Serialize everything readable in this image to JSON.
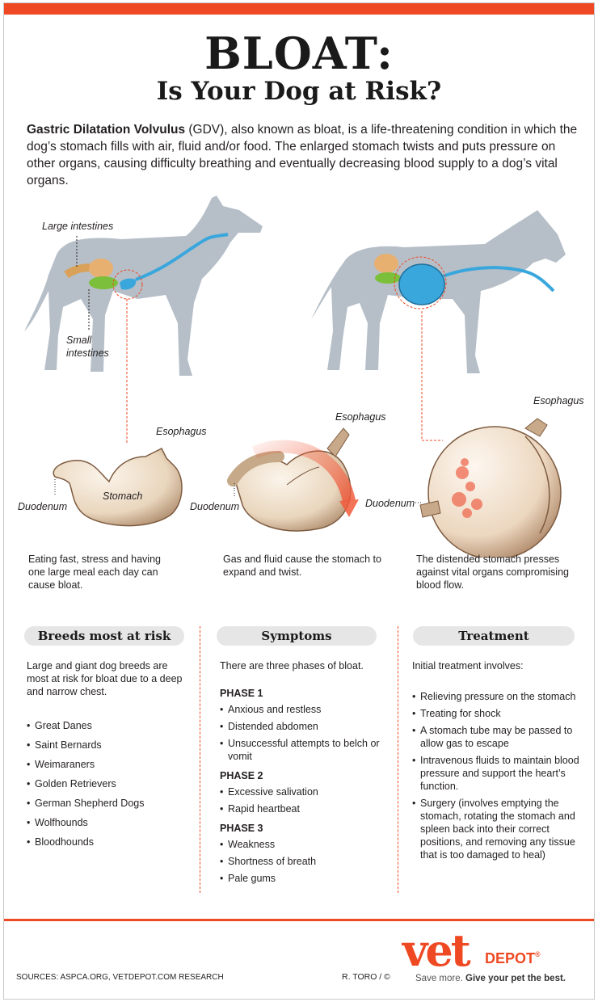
{
  "title": "BLOAT:",
  "subtitle": "Is Your Dog at Risk?",
  "intro": {
    "bold": "Gastric Dilatation Volvulus",
    "rest": " (GDV), also known as bloat, is a life-threatening condition in which the dog’s stomach fills with air, fluid and/or food. The enlarged stomach twists and puts pressure on other organs, causing difficulty breathing and eventually decreasing blood supply to a dog’s vital organs."
  },
  "labels": {
    "large_intestines": "Large intestines",
    "small_intestines_1": "Small",
    "small_intestines_2": "intestines",
    "esophagus": "Esophagus",
    "duodenum": "Duodenum",
    "stomach": "Stomach"
  },
  "captions": [
    "Eating fast, stress and having one large meal each day can cause bloat.",
    "Gas and fluid cause the stomach to expand and twist.",
    "The distended stomach presses against vital organs compromising blood flow."
  ],
  "breeds": {
    "heading": "Breeds most at risk",
    "intro": "Large and giant dog breeds are most at risk for bloat due to a deep and narrow chest.",
    "items": [
      "Great Danes",
      "Saint Bernards",
      "Weimaraners",
      "Golden Retrievers",
      "German Shepherd Dogs",
      "Wolfhounds",
      "Bloodhounds"
    ]
  },
  "symptoms": {
    "heading": "Symptoms",
    "intro": "There are three phases of bloat.",
    "phases": [
      {
        "name": "PHASE 1",
        "items": [
          "Anxious and restless",
          "Distended abdomen",
          "Unsuccessful attempts to belch or vomit"
        ]
      },
      {
        "name": "PHASE 2",
        "items": [
          "Excessive salivation",
          "Rapid heartbeat"
        ]
      },
      {
        "name": "PHASE 3",
        "items": [
          "Weakness",
          "Shortness of breath",
          "Pale gums"
        ]
      }
    ]
  },
  "treatment": {
    "heading": "Treatment",
    "intro": "Initial treatment involves:",
    "items": [
      "Relieving pressure on the stomach",
      "Treating for shock",
      "A stomach tube may be passed to allow gas to escape",
      "Intravenous fluids to maintain blood pressure and support the heart’s function.",
      "Surgery (involves emptying the stomach, rotating the stomach and spleen back into their correct positions, and removing any tissue that is too damaged to heal)"
    ]
  },
  "footer": {
    "sources": "SOURCES: ASPCA.ORG, VETDEPOT.COM RESEARCH",
    "credit": "R. TORO / ©",
    "logo_vet": "vet",
    "logo_depot": "DEPOT",
    "logo_reg": "®",
    "tag_save": "Save more.",
    "tag_give": "Give your pet the best."
  },
  "colors": {
    "accent": "#ef4923",
    "dog_silhouette": "#b6bfc8",
    "stomach_tan": "#ead8c0",
    "stomach_blue": "#3aa7dc",
    "header_pill": "#e6e6e6"
  }
}
